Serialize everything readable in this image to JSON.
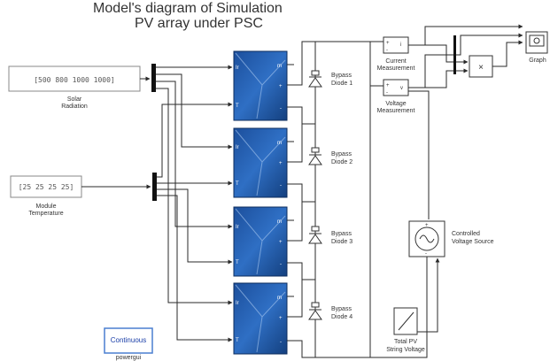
{
  "diagram": {
    "title_partial": "Model's diagram of Simulation",
    "title": "PV array under PSC"
  },
  "solar_radiation": {
    "value": "[500  800 1000 1000]",
    "label_line1": "Solar",
    "label_line2": "Radiation"
  },
  "module_temperature": {
    "value": "[25 25 25 25]",
    "label_line1": "Module",
    "label_line2": "Temperature"
  },
  "pv_ports": {
    "irradiance": "Ir",
    "temperature": "T",
    "m": "m",
    "plus": "+",
    "minus": "-"
  },
  "bypass_diodes": [
    {
      "line1": "Bypass",
      "line2": "Diode 1"
    },
    {
      "line1": "Bypass",
      "line2": "Diode 2"
    },
    {
      "line1": "Bypass",
      "line2": "Diode 3"
    },
    {
      "line1": "Bypass",
      "line2": "Diode 4"
    }
  ],
  "current_measurement": {
    "line1": "Current",
    "line2": "Measurement",
    "port": "i"
  },
  "voltage_measurement": {
    "line1": "Voltage",
    "line2": "Measurement",
    "port": "v"
  },
  "product": {
    "symbol": "×"
  },
  "graph": {
    "label": "Graph"
  },
  "controlled_source": {
    "line1": "Controlled",
    "line2": "Voltage Source"
  },
  "ramp": {
    "line1": "Total PV",
    "line2": "String Voltage"
  },
  "powergui": {
    "mode": "Continuous",
    "label": "powergui"
  }
}
